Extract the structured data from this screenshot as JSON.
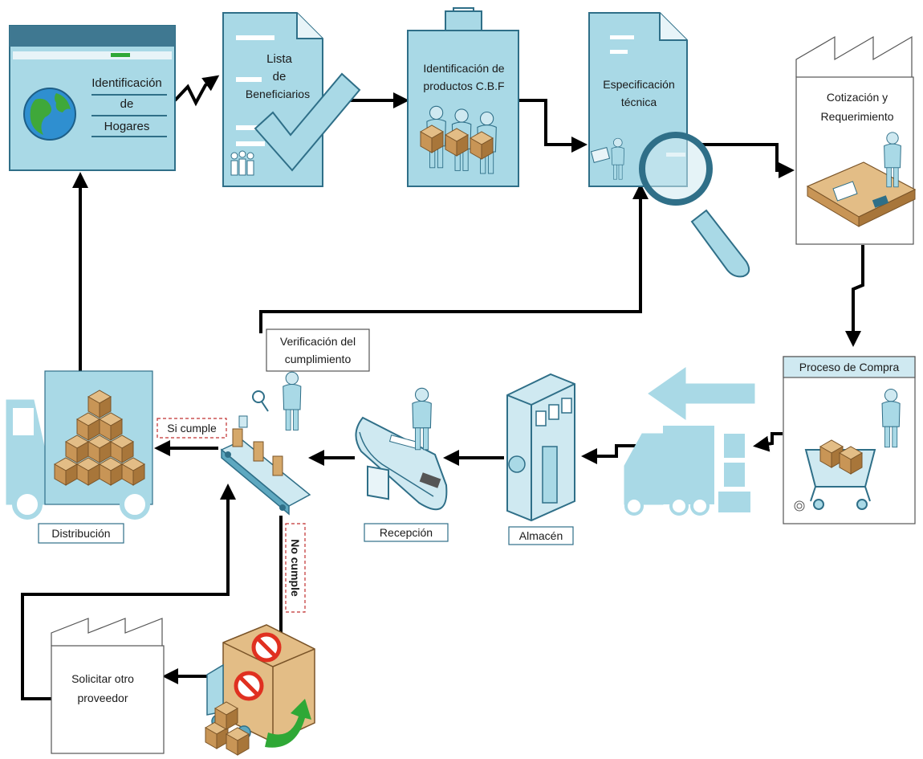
{
  "nodes": {
    "hogares": {
      "line1": "Identificación",
      "line2": "de",
      "line3": "Hogares"
    },
    "lista": {
      "line1": "Lista",
      "line2": "de",
      "line3": "Beneficiarios"
    },
    "productos": {
      "line1": "Identificación de",
      "line2": "productos C.B.F"
    },
    "especificacion": {
      "line1": "Especificación",
      "line2": "técnica"
    },
    "cotizacion": {
      "line1": "Cotización y",
      "line2": "Requerimiento"
    },
    "compra": {
      "label": "Proceso de Compra"
    },
    "almacen": {
      "label": "Almacén"
    },
    "recepcion": {
      "label": "Recepción"
    },
    "verificacion": {
      "line1": "Verificación del",
      "line2": "cumplimiento"
    },
    "distribucion": {
      "label": "Distribución"
    },
    "solicitar": {
      "line1": "Solicitar otro",
      "line2": "proveedor"
    }
  },
  "decisions": {
    "si": "Si cumple",
    "no": "No cumple"
  },
  "colors": {
    "fill": "#a9d9e6",
    "fill_dark": "#5ea8c0",
    "outline": "#2f6f88",
    "box": "#d5a86a",
    "box_dark": "#a8763a",
    "arrow": "#000000",
    "stop_red": "#e03020",
    "green_arrow": "#2fa836"
  }
}
